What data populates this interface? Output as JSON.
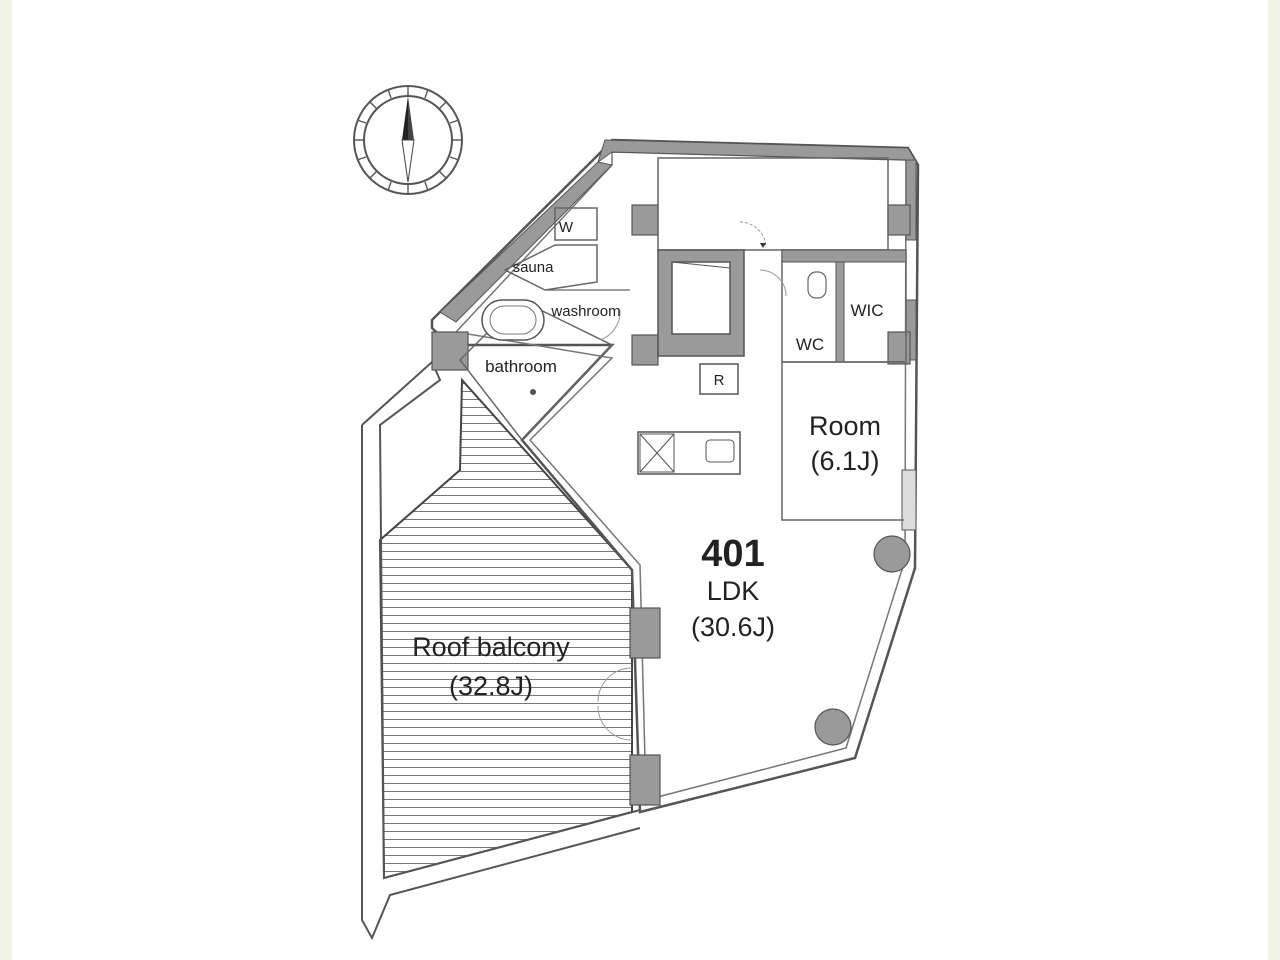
{
  "plan": {
    "unit_number": "401",
    "ldk": {
      "name": "LDK",
      "area": "(30.6J)"
    },
    "room": {
      "name": "Room",
      "area": "(6.1J)"
    },
    "balcony": {
      "name": "Roof balcony",
      "area": "(32.8J)"
    },
    "labels": {
      "sauna": "sauna",
      "washroom": "washroom",
      "bathroom": "bathroom",
      "w": "W",
      "wc": "WC",
      "wic": "WIC",
      "r": "R"
    }
  },
  "colors": {
    "wall": "#9a9a9a",
    "wall_outline": "#555555",
    "page_border": "#eef3e6"
  },
  "icons": [
    "compass-icon"
  ]
}
